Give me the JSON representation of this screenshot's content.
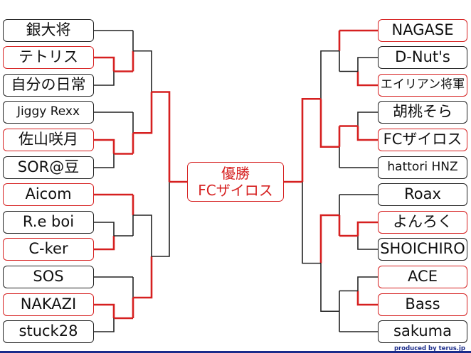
{
  "left_teams": [
    "銀大将",
    "テトリス",
    "自分の日常",
    "Jiggy Rexx",
    "佐山咲月",
    "SOR@豆",
    "Aicom",
    "R.e boi",
    "C-ker",
    "SOS",
    "NAKAZI",
    "stuck28"
  ],
  "right_teams": [
    "NAGASE",
    "D-Nut's",
    "エイリアン将軍",
    "胡桃そら",
    "FCザイロス",
    "hattori HNZ",
    "Roax",
    "よんろく",
    "SHOICHIRO",
    "ACE",
    "Bass",
    "sakuma"
  ],
  "winner": {
    "line1": "優勝",
    "line2": "FCザイロス"
  },
  "credit": "produced by terus.jp",
  "colors": {
    "advance": "#d62020",
    "line": "#222222",
    "winner": "#d62020"
  },
  "left_advances": {
    "round1": [
      "テトリス",
      "佐山咲月",
      "C-ker",
      "NAKAZI"
    ],
    "round2": [
      "テトリス",
      "佐山咲月",
      "Aicom",
      "NAKAZI"
    ],
    "semifinal": [
      "佐山咲月",
      "NAKAZI"
    ],
    "final_side": "佐山咲月"
  },
  "right_advances": {
    "round1": [
      "エイリアン将軍",
      "FCザイロス",
      "よんろく",
      "Bass"
    ],
    "round2": [
      "NAGASE",
      "FCザイロス",
      "よんろく",
      "ACE"
    ],
    "semifinal": [
      "FCザイロス",
      "よんろく"
    ],
    "final_side": "FCザイロス"
  }
}
